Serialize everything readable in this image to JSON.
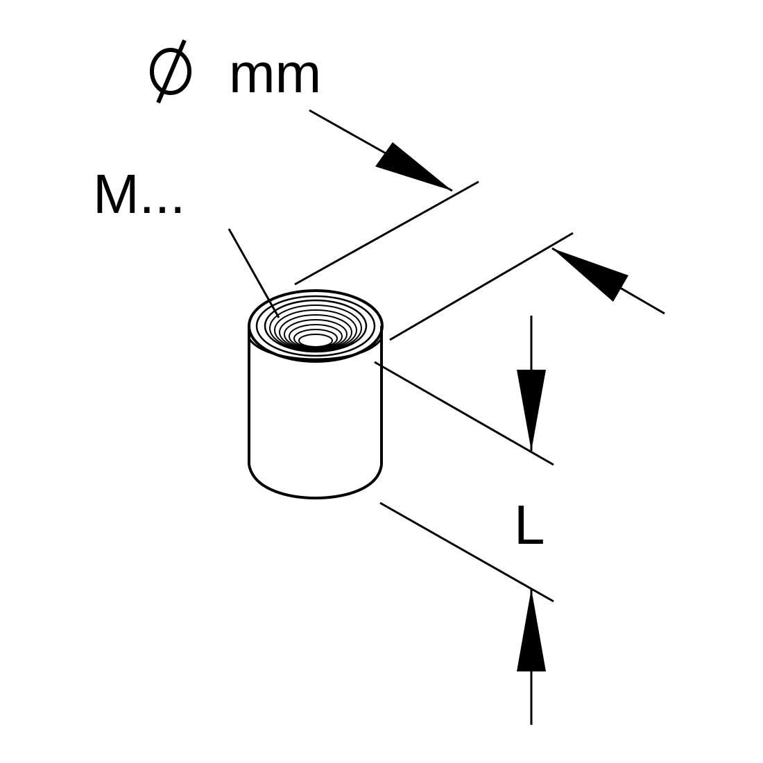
{
  "labels": {
    "diameter_unit": "mm",
    "thread": "M...",
    "length": "L"
  },
  "icons": {
    "diameter": "diameter-symbol-icon"
  },
  "colors": {
    "stroke": "#000000",
    "background": "#ffffff"
  }
}
